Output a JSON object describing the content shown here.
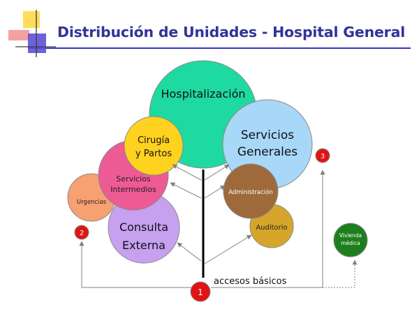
{
  "title": "Distribución de Unidades - Hospital General",
  "nodes": {
    "hospitalizacion": {
      "label": "Hospitalización",
      "color": "#1ed9a0"
    },
    "servicios_generales": {
      "line1": "Servicios",
      "line2": "Generales",
      "color": "#a8d8f8"
    },
    "cirugia": {
      "line1": "Cirugía",
      "line2": "y Partos",
      "color": "#ffd21f"
    },
    "servicios_intermedios": {
      "line1": "Servicios",
      "line2": "Intermedios",
      "color": "#ee5a94"
    },
    "urgencias": {
      "label": "Urgencias",
      "color": "#f7a071"
    },
    "consulta_externa": {
      "line1": "Consulta",
      "line2": "Externa",
      "color": "#c7a0f0"
    },
    "administracion": {
      "label": "Administración",
      "color": "#9e6a3c"
    },
    "auditorio": {
      "label": "Auditorio",
      "color": "#d5a629"
    },
    "vivienda_medica": {
      "line1": "Vivienda",
      "line2": "médica",
      "color": "#1e7e1e"
    }
  },
  "markers": [
    "1",
    "2",
    "3"
  ],
  "accesos_label": "accesos básicos",
  "colors": {
    "title": "#333399",
    "marker_fill": "#e01414",
    "line": "#7f7f7f",
    "trunk": "#000000"
  }
}
